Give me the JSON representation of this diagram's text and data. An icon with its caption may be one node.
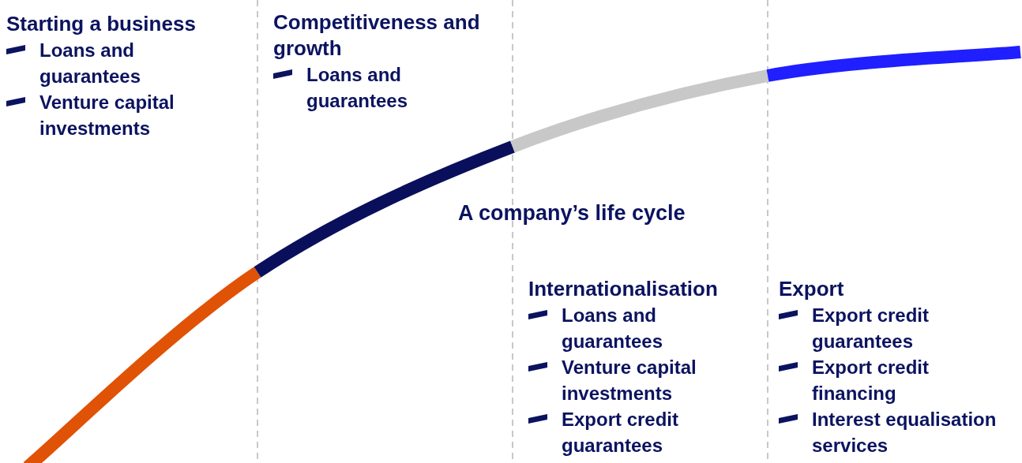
{
  "diagram": {
    "title": "A company’s life cycle",
    "nodes": [
      {
        "text": [
          "Starting a business",
          "Loans and guarantees",
          "Venture capital investments"
        ]
      },
      {
        "text": [
          "Competitiveness and growth",
          "Loans and guarantees"
        ]
      },
      {
        "text": [
          "Internationalisation",
          "Loans and guarantees",
          "Venture capital investments",
          "Export credit guarantees"
        ]
      },
      {
        "text": [
          "Export",
          "Export credit guarantees",
          "Export credit financing",
          "Interest equalisation services"
        ]
      }
    ],
    "edges": []
  }
}
